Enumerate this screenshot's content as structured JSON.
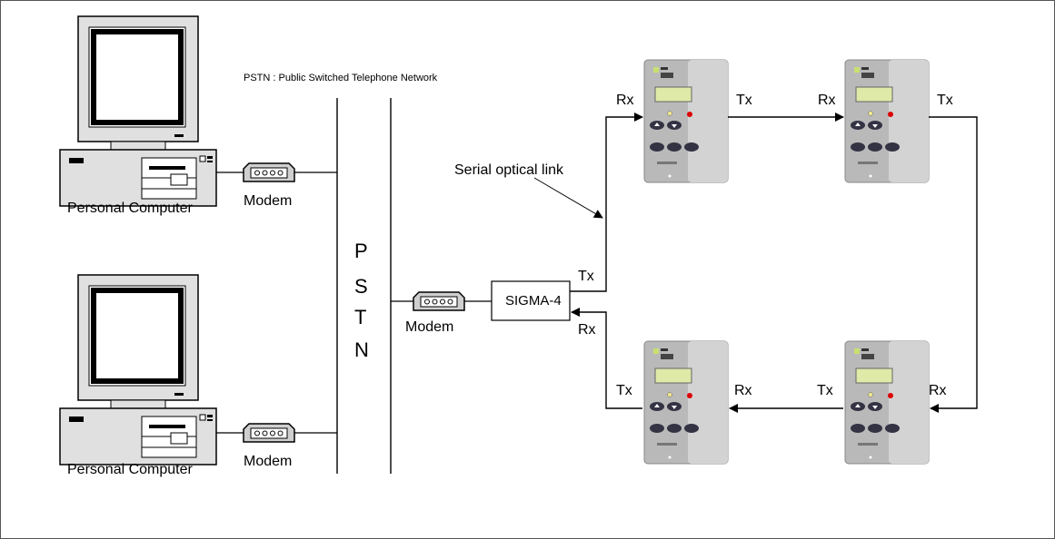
{
  "pstn_note": "PSTN : Public Switched Telephone Network",
  "pstn_letters": [
    "P",
    "S",
    "T",
    "N"
  ],
  "pc_top_label": "Personal Computer",
  "pc_bottom_label": "Personal Computer",
  "modem_top_label": "Modem",
  "modem_bottom_label": "Modem",
  "modem_center_label": "Modem",
  "sigma_label": "SIGMA-4",
  "serial_link_label": "Serial optical link",
  "ports": {
    "sigma_tx": "Tx",
    "sigma_rx": "Rx",
    "ctrl1_rx": "Rx",
    "ctrl1_tx": "Tx",
    "ctrl2_rx": "Rx",
    "ctrl2_tx": "Tx",
    "ctrl3_rx": "Rx",
    "ctrl3_tx": "Tx",
    "ctrl4_rx": "Rx",
    "ctrl4_tx": "Tx"
  }
}
